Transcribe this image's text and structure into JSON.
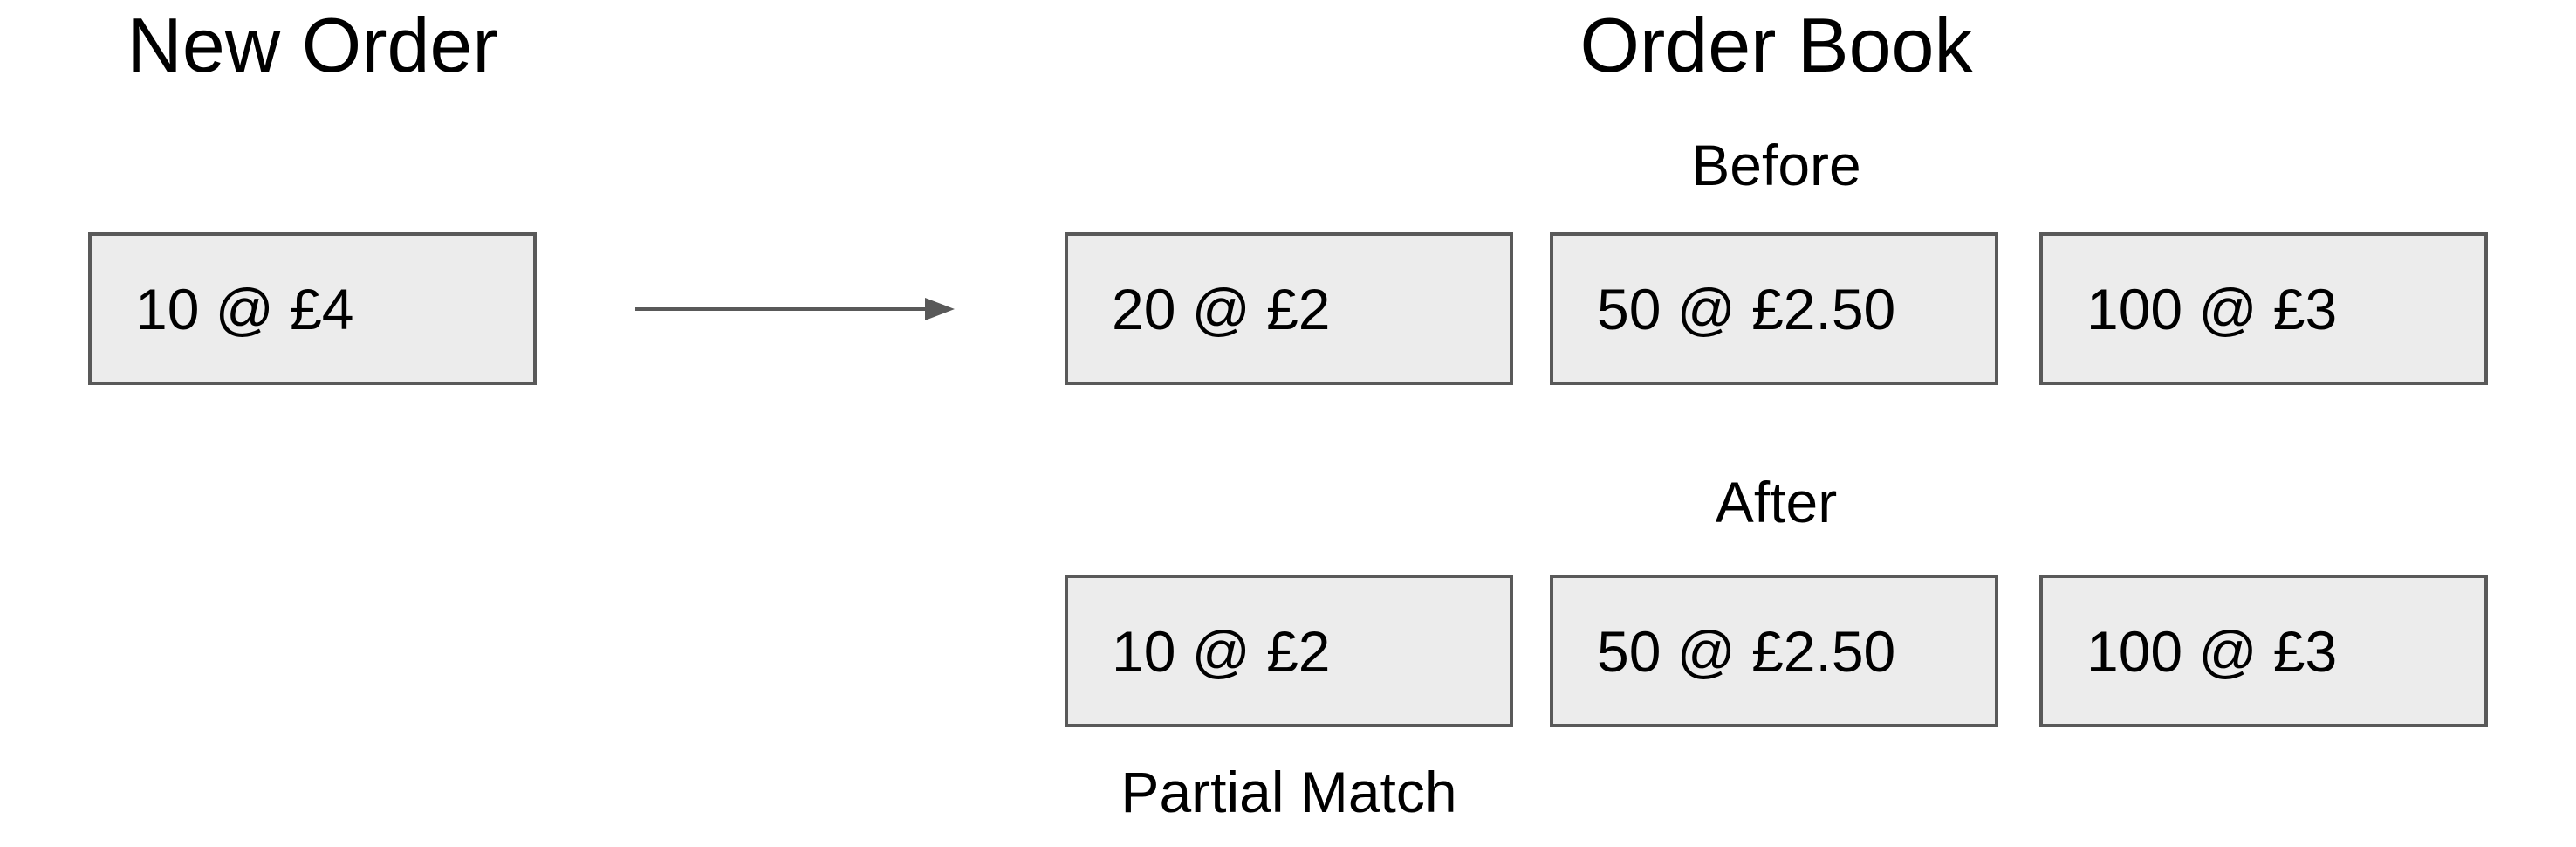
{
  "colors": {
    "background": "#ffffff",
    "box_fill": "#ececec",
    "box_border": "#595959",
    "arrow": "#595959",
    "text": "#000000"
  },
  "new_order": {
    "title": "New Order",
    "order": "10 @ £4"
  },
  "order_book": {
    "title": "Order Book",
    "before": {
      "label": "Before",
      "orders": [
        "20 @ £2",
        "50 @ £2.50",
        "100 @ £3"
      ]
    },
    "after": {
      "label": "After",
      "orders": [
        "10 @ £2",
        "50 @ £2.50",
        "100 @ £3"
      ],
      "annotation": "Partial Match"
    }
  }
}
